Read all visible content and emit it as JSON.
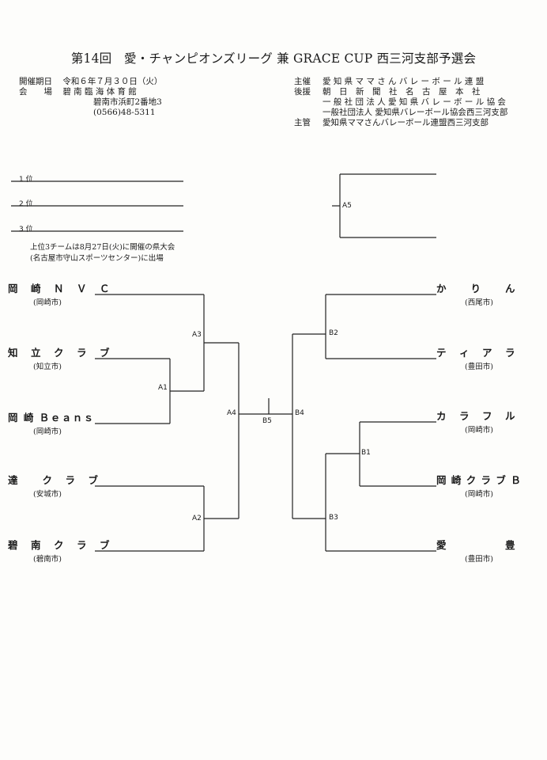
{
  "title": "第14回　愛・チャンピオンズリーグ 兼 GRACE CUP 西三河支部予選会",
  "event": {
    "date_label": "開催期日",
    "date": "令和６年７月３０日（火）",
    "venue_label": "会　　場",
    "venue": "碧 南 臨 海 体 育 館",
    "address": "碧南市浜町2番地3",
    "phone": "(0566)48-5311"
  },
  "organizers": [
    {
      "label": "主催",
      "text": "愛 知 県 マ マ さ ん バ レ ー ボ ー ル 連 盟"
    },
    {
      "label": "後援",
      "text": "朝　日　新　聞　社　名　古　屋　本　社"
    },
    {
      "label": "",
      "text": "一 般 社 団 法 人  愛 知 県 バ レ ー ボ ー ル 協 会"
    },
    {
      "label": "",
      "text": "一般社団法人 愛知県バレーボール協会西三河支部"
    },
    {
      "label": "主管",
      "text": "愛知県ママさんバレーボール連盟西三河支部"
    }
  ],
  "ranks": [
    "1 位",
    "2 位",
    "3 位"
  ],
  "notes": [
    "上位3チームは8月27日(火)に開催の県大会",
    "(名古屋市守山スポーツセンター)に出場"
  ],
  "left_teams": [
    {
      "name": "岡　崎　Ｎ　Ｖ　Ｃ",
      "city": "(岡崎市)"
    },
    {
      "name": "知　立　ク　ラ　ブ",
      "city": "(知立市)"
    },
    {
      "name": "岡 崎 Ｂｅａｎｓ",
      "city": "(岡崎市)"
    },
    {
      "name": "達　　ク　ラ　ブ",
      "city": "(安城市)"
    },
    {
      "name": "碧　南　ク　ラ　ブ",
      "city": "(碧南市)"
    }
  ],
  "right_teams": [
    {
      "name": "か　　り　　ん",
      "city": "(西尾市)"
    },
    {
      "name": "テ　ィ　ア　ラ",
      "city": "(豊田市)"
    },
    {
      "name": "カ　ラ　フ　ル",
      "city": "(岡崎市)"
    },
    {
      "name": "岡 崎 ク ラ ブ Ｂ",
      "city": "(岡崎市)"
    },
    {
      "name": "愛　　　　　豊",
      "city": "(豊田市)"
    }
  ],
  "nodes": {
    "A1": "A1",
    "A2": "A2",
    "A3": "A3",
    "A4": "A4",
    "A5": "A5",
    "B1": "B1",
    "B2": "B2",
    "B3": "B3",
    "B4": "B4",
    "B5": "B5"
  }
}
